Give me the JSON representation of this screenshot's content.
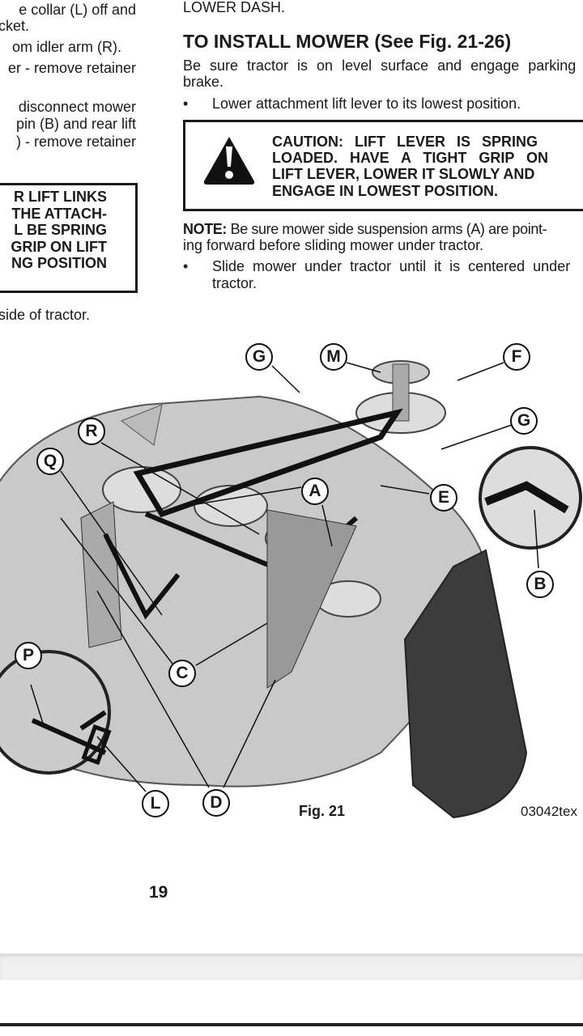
{
  "left_column": {
    "lines": [
      "e collar (L) off and",
      "cket.",
      "om idler arm (R).",
      "er - remove retainer",
      "disconnect mower",
      "pin (B) and rear lift",
      ") - remove retainer"
    ],
    "caution_lines": [
      "R LIFT LINKS",
      "THE ATTACH-",
      "L BE SPRING",
      "GRIP ON LIFT",
      "NG POSITION"
    ],
    "after": "side of tractor."
  },
  "right_column": {
    "prev_line": "LOWER DASH.",
    "heading": "TO INSTALL MOWER (See Fig. 21-26)",
    "intro": [
      "Be sure tractor is on level surface and engage parking",
      "brake."
    ],
    "bullet1": "Lower attachment lift lever to its lowest position.",
    "caution_lines": [
      "CAUTION: LIFT LEVER IS SPRING",
      "LOADED. HAVE A TIGHT GRIP ON",
      "LIFT LEVER, LOWER IT SLOWLY AND",
      "ENGAGE IN LOWEST POSITION."
    ],
    "note_label": "NOTE:",
    "note_text": [
      " Be sure mower side suspension arms (A) are point-",
      "ing forward before sliding mower under tractor."
    ],
    "bullet2": [
      "Slide mower under tractor until it is centered under",
      "tractor."
    ],
    "bullet_char": "•"
  },
  "figure": {
    "callouts": [
      "G",
      "M",
      "F",
      "G",
      "R",
      "Q",
      "A",
      "E",
      "B",
      "C",
      "P",
      "L",
      "D"
    ],
    "caption": "Fig. 21",
    "code": "03042tex"
  },
  "page_number": "19"
}
